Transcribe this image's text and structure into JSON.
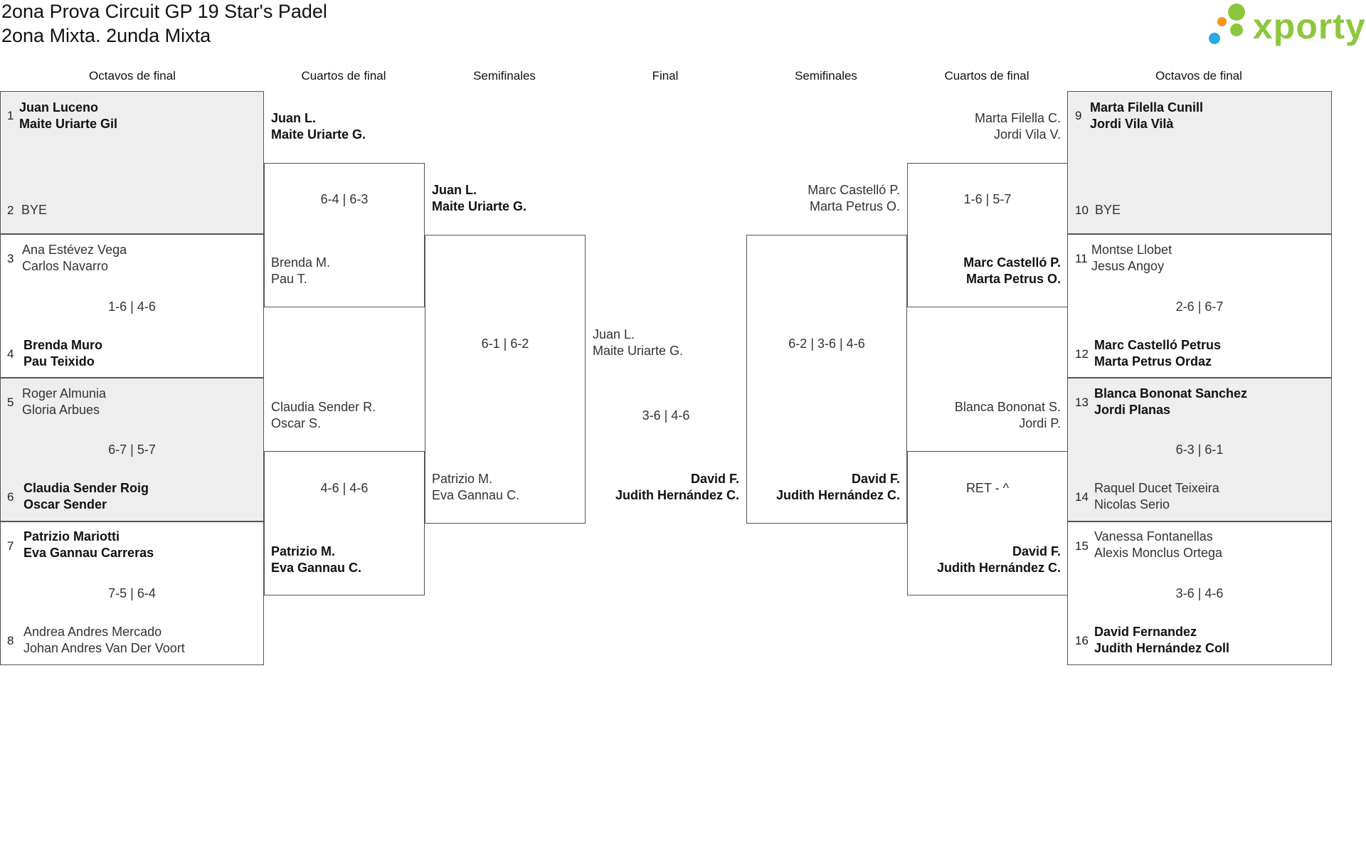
{
  "title": {
    "line1": "2ona Prova Circuit GP 19 Star's Padel",
    "line2": "2ona Mixta. 2unda Mixta"
  },
  "logo": {
    "text": "xporty",
    "icon_name": "xporty-dots-logo-icon"
  },
  "colors": {
    "accent": "#8dc63f",
    "panel_grey": "#eeeeee",
    "line": "#555555"
  },
  "headers": {
    "left_r16": "Octavos de final",
    "left_qf": "Cuartos de final",
    "left_sf": "Semifinales",
    "final": "Final",
    "right_sf": "Semifinales",
    "right_qf": "Cuartos de final",
    "right_r16": "Octavos de final"
  },
  "left_r16": [
    {
      "seed_a": "1",
      "team_a": [
        "Juan Luceno",
        "Maite Uriarte Gil"
      ],
      "seed_b": "2",
      "team_b": [
        "BYE"
      ],
      "score": ""
    },
    {
      "seed_a": "3",
      "team_a": [
        "Ana Estévez Vega",
        "Carlos Navarro"
      ],
      "seed_b": "4",
      "team_b": [
        "Brenda Muro",
        "Pau Teixido"
      ],
      "score": "1-6 | 4-6"
    },
    {
      "seed_a": "5",
      "team_a": [
        "Roger Almunia",
        "Gloria Arbues"
      ],
      "seed_b": "6",
      "team_b": [
        "Claudia Sender Roig",
        "Oscar Sender"
      ],
      "score": "6-7 | 5-7"
    },
    {
      "seed_a": "7",
      "team_a": [
        "Patrizio Mariotti",
        "Eva Gannau Carreras"
      ],
      "seed_b": "8",
      "team_b": [
        "Andrea Andres Mercado",
        "Johan Andres Van Der Voort"
      ],
      "score": "7-5 | 6-4"
    }
  ],
  "left_qf": [
    {
      "team_a": [
        "Juan L.",
        "Maite Uriarte G."
      ],
      "team_b": [
        "Brenda M.",
        "Pau T."
      ],
      "score": "6-4 | 6-3"
    },
    {
      "team_a": [
        "Claudia Sender R.",
        "Oscar S."
      ],
      "team_b": [
        "Patrizio M.",
        "Eva Gannau C."
      ],
      "score": "4-6 | 4-6"
    }
  ],
  "left_sf": {
    "team_a": [
      "Juan L.",
      "Maite Uriarte G."
    ],
    "team_b": [
      "Patrizio M.",
      "Eva Gannau C."
    ],
    "score": "6-1 | 6-2"
  },
  "final": {
    "team_a": [
      "Juan L.",
      "Maite Uriarte G."
    ],
    "team_b": [
      "David F.",
      "Judith Hernández C."
    ],
    "score": "3-6 | 4-6"
  },
  "right_sf": {
    "team_a": [
      "Marc Castelló P.",
      "Marta Petrus O."
    ],
    "team_b": [
      "David F.",
      "Judith Hernández C."
    ],
    "score": "6-2 | 3-6 | 4-6"
  },
  "right_qf": [
    {
      "team_a": [
        "Marta Filella C.",
        "Jordi Vila V."
      ],
      "team_b": [
        "Marc Castelló P.",
        "Marta Petrus O."
      ],
      "score": "1-6 | 5-7"
    },
    {
      "team_a": [
        "Blanca Bononat S.",
        "Jordi P."
      ],
      "team_b": [
        "David F.",
        "Judith Hernández C."
      ],
      "score": "RET - ^"
    }
  ],
  "right_r16": [
    {
      "seed_a": "9",
      "team_a": [
        "Marta Filella Cunill",
        "Jordi Vila Vilà"
      ],
      "seed_b": "10",
      "team_b": [
        "BYE"
      ],
      "score": ""
    },
    {
      "seed_a": "11",
      "team_a": [
        "Montse Llobet",
        "Jesus Angoy"
      ],
      "seed_b": "12",
      "team_b": [
        "Marc Castelló Petrus",
        "Marta Petrus Ordaz"
      ],
      "score": "2-6 | 6-7"
    },
    {
      "seed_a": "13",
      "team_a": [
        "Blanca Bononat Sanchez",
        "Jordi Planas"
      ],
      "seed_b": "14",
      "team_b": [
        "Raquel Ducet Teixeira",
        "Nicolas Serio"
      ],
      "score": "6-3 | 6-1"
    },
    {
      "seed_a": "15",
      "team_a": [
        "Vanessa Fontanellas",
        "Alexis Monclus Ortega"
      ],
      "seed_b": "16",
      "team_b": [
        "David Fernandez",
        "Judith Hernández Coll"
      ],
      "score": "3-6 | 4-6"
    }
  ]
}
